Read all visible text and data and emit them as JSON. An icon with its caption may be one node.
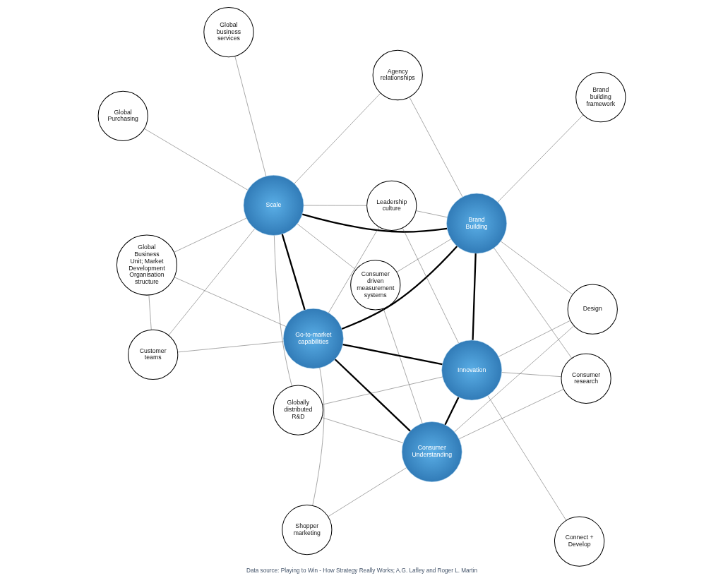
{
  "diagram": {
    "caption": "Data source: Playing to Win - How Strategy Really Works; A.G. Lafley and Roger L. Martin",
    "nodes": [
      {
        "text": [
          "Global Purchasing"
        ]
      },
      {
        "text": [
          "Agency relationships"
        ]
      },
      {
        "text": [
          "Brand Building"
        ]
      },
      {
        "text": [
          "Brand building framework"
        ]
      },
      {
        "text": [
          "Global business services"
        ]
      },
      {
        "text": [
          "Design"
        ]
      },
      {
        "text": [
          "Scale"
        ]
      },
      {
        "text": [
          "Consumer research"
        ]
      },
      {
        "text": [
          "Leadership culture"
        ]
      },
      {
        "text": [
          "Consumer driven measurement systems"
        ]
      },
      {
        "text": [
          "Consumer Understanding"
        ]
      },
      {
        "text": [
          "Customer teams"
        ]
      },
      {
        "text": [
          "Innovation"
        ]
      },
      {
        "text": [
          "Go-to-market capabilities"
        ]
      },
      {
        "text": [
          "Global Business Unit; Market Development Organisation structure"
        ]
      },
      {
        "text": [
          "Globally distributed R&D"
        ]
      },
      {
        "text": [
          "Connect + Develop"
        ]
      },
      {
        "text": [
          "Shopper marketing"
        ]
      }
    ],
    "edges": [
      {
        "from": 6,
        "to": 0,
        "arrow": "none"
      },
      {
        "from": 6,
        "to": 4,
        "arrow": "none"
      },
      {
        "from": 6,
        "to": 1,
        "arrow": "none"
      },
      {
        "from": 6,
        "to": 2,
        "arrow": "none",
        "style": "thick"
      },
      {
        "from": 6,
        "to": 8,
        "arrow": "none"
      },
      {
        "from": 6,
        "to": 9,
        "arrow": "none"
      },
      {
        "from": 6,
        "to": 15,
        "arrow": "none"
      },
      {
        "from": 6,
        "to": 11,
        "arrow": "none"
      },
      {
        "from": 6,
        "to": 14,
        "arrow": "none"
      },
      {
        "from": 6,
        "to": 13,
        "arrow": "none",
        "style": "thick"
      },
      {
        "from": 1,
        "to": 2,
        "arrow": "none"
      },
      {
        "from": 2,
        "to": 3,
        "arrow": "none"
      },
      {
        "from": 2,
        "to": 9,
        "arrow": "none"
      },
      {
        "from": 2,
        "to": 13,
        "arrow": "none",
        "style": "thick"
      },
      {
        "from": 2,
        "to": 5,
        "arrow": "none"
      },
      {
        "from": 2,
        "to": 12,
        "arrow": "none",
        "style": "thick"
      },
      {
        "from": 2,
        "to": 7,
        "arrow": "none"
      },
      {
        "from": 2,
        "to": 8,
        "arrow": "none"
      },
      {
        "from": 5,
        "to": 10,
        "arrow": "none"
      },
      {
        "from": 5,
        "to": 12,
        "arrow": "none"
      },
      {
        "from": 7,
        "to": 10,
        "arrow": "none"
      },
      {
        "from": 7,
        "to": 12,
        "arrow": "none"
      },
      {
        "from": 8,
        "to": 12,
        "arrow": "none"
      },
      {
        "from": 8,
        "to": 13,
        "arrow": "none"
      },
      {
        "from": 9,
        "to": 10,
        "arrow": "none"
      },
      {
        "from": 10,
        "to": 13,
        "arrow": "none",
        "style": "thick"
      },
      {
        "from": 10,
        "to": 12,
        "arrow": "none",
        "style": "thick"
      },
      {
        "from": 10,
        "to": 17,
        "arrow": "none"
      },
      {
        "from": 10,
        "to": 15,
        "arrow": "none"
      },
      {
        "from": 12,
        "to": 13,
        "arrow": "none",
        "style": "thick"
      },
      {
        "from": 12,
        "to": 15,
        "arrow": "none"
      },
      {
        "from": 12,
        "to": 16,
        "arrow": "none"
      },
      {
        "from": 11,
        "to": 13,
        "arrow": "none"
      },
      {
        "from": 11,
        "to": 14,
        "arrow": "none"
      },
      {
        "from": 14,
        "to": 13,
        "arrow": "none"
      },
      {
        "from": 13,
        "to": 17,
        "arrow": "none"
      }
    ]
  }
}
